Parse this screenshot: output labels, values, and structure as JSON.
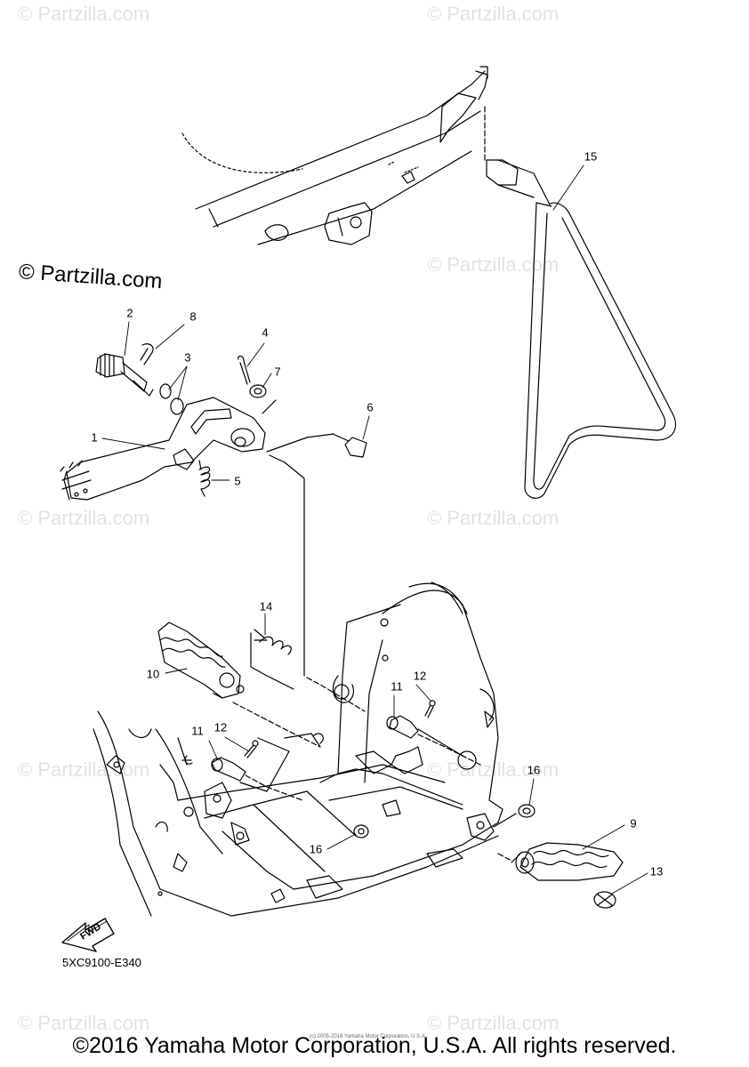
{
  "watermark": {
    "text": "© Partzilla.com",
    "faint_text": "© Partzilla.com"
  },
  "callouts": [
    {
      "id": "c1",
      "label": "1"
    },
    {
      "id": "c2",
      "label": "2"
    },
    {
      "id": "c3",
      "label": "3"
    },
    {
      "id": "c4",
      "label": "4"
    },
    {
      "id": "c5",
      "label": "5"
    },
    {
      "id": "c6",
      "label": "6"
    },
    {
      "id": "c7",
      "label": "7"
    },
    {
      "id": "c8",
      "label": "8"
    },
    {
      "id": "c9",
      "label": "9"
    },
    {
      "id": "c10",
      "label": "10"
    },
    {
      "id": "c11a",
      "label": "11"
    },
    {
      "id": "c11b",
      "label": "11"
    },
    {
      "id": "c12a",
      "label": "12"
    },
    {
      "id": "c12b",
      "label": "12"
    },
    {
      "id": "c13",
      "label": "13"
    },
    {
      "id": "c14",
      "label": "14"
    },
    {
      "id": "c15",
      "label": "15"
    },
    {
      "id": "c16a",
      "label": "16"
    },
    {
      "id": "c16b",
      "label": "16"
    }
  ],
  "fwd_label": "FWD",
  "diagram_code": "5XC9100-E340",
  "small_copyright": "(c) 2005-2016 Yamaha Motor Corporation, U.S.A.",
  "copyright": "©2016 Yamaha Motor Corporation, U.S.A. All rights reserved."
}
